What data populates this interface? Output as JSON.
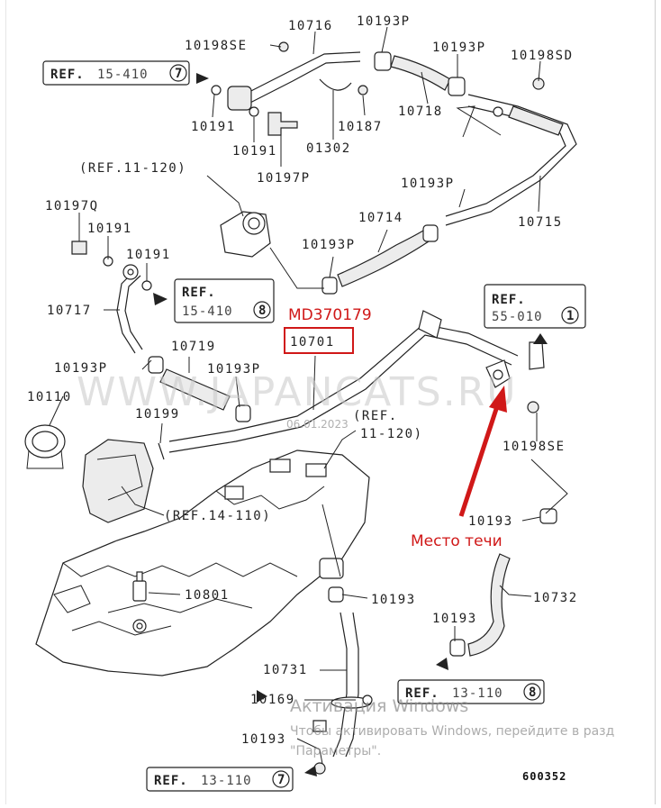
{
  "part_labels": {
    "p10716": "10716",
    "p10193P_top": "10193P",
    "p10198SE_top": "10198SE",
    "p10193P_top2": "10193P",
    "p10198SD": "10198SD",
    "p10191_a": "10191",
    "p10191_b": "10191",
    "p10187": "10187",
    "p01302": "01302",
    "p10718": "10718",
    "p10197P": "10197P",
    "p10193P_mid": "10193P",
    "p10197Q": "10197Q",
    "p10191_c": "10191",
    "p10714": "10714",
    "p10715": "10715",
    "p10191_d": "10191",
    "p10193P_mid2": "10193P",
    "p10717": "10717",
    "p10719": "10719",
    "p10193P_left": "10193P",
    "p10193P_left2": "10193P",
    "p10701": "10701",
    "p10110": "10110",
    "p10199": "10199",
    "p10198SE_right": "10198SE",
    "p10193_right": "10193",
    "p10732": "10732",
    "p10801": "10801",
    "p10193_center": "10193",
    "p10193_right2": "10193",
    "p10731": "10731",
    "p10169": "10169",
    "p10193_bottom": "10193"
  },
  "refs": {
    "ref1": {
      "word": "REF.",
      "num": "15-410",
      "circle": "7"
    },
    "ref2": {
      "word": "REF.",
      "num": "15-410",
      "circle": "8"
    },
    "ref3": {
      "word": "REF.",
      "num": "55-010",
      "circle": "1"
    },
    "ref4": {
      "word": "REF.",
      "num": "13-110",
      "circle": "8"
    },
    "ref5": {
      "word": "REF.",
      "num": "13-110",
      "circle": "7"
    },
    "ref_paren1": "(REF.11-120)",
    "ref_paren2_top": "(REF.",
    "ref_paren2_bottom": "11-120)",
    "ref_paren3": "(REF.14-110)"
  },
  "annotations": {
    "part_number": "MD370179",
    "leak_label": "Место течи"
  },
  "watermark": {
    "site": "WWW.JAPANCATS.RU",
    "date": "06.01.2023"
  },
  "windows_overlay": {
    "title": "Активация Windows",
    "line1": "Чтобы активировать Windows, перейдите в разд",
    "line2": "\"Параметры\"."
  },
  "diagram_code": "600352",
  "colors": {
    "annotation": "#d01818",
    "ink": "#222222"
  }
}
